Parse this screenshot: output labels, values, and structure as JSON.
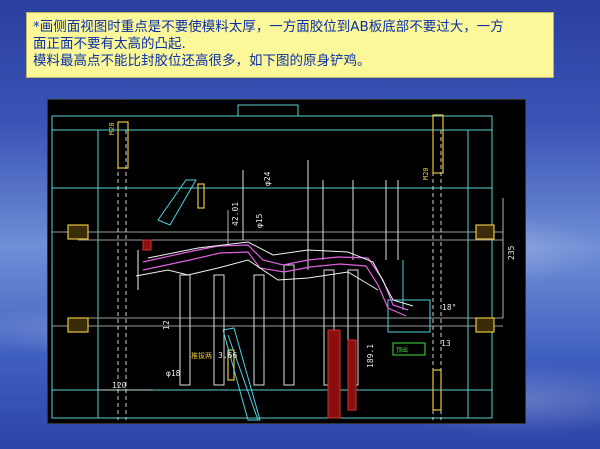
{
  "note": {
    "lines": [
      "*画侧面视图时重点是不要使模料太厚，一方面胶位到AB板底部不要过大，一方",
      "面正面不要有太高的凸起.",
      "模料最高点不能比封胶位还高很多，如下图的原身铲鸡。"
    ]
  },
  "drawing": {
    "labels": {
      "m_top_left": "M20",
      "m_top_right": "M20",
      "dim_4201": "42.01",
      "dim_15": "φ15",
      "dim_24": "φ24",
      "dim_235": "235",
      "dim_18deg": "18°",
      "dim_12": "12",
      "dim_13": "13",
      "dim_18": "φ18",
      "dim_366": "3.66",
      "dim_1891": "189.1",
      "dim_120": "120",
      "label_ejector": "推拔两",
      "label_green": "顶出"
    }
  },
  "colors": {
    "cad_bg": "#000000",
    "note_bg": "#fcf89a",
    "note_text": "#0a2fa8"
  }
}
